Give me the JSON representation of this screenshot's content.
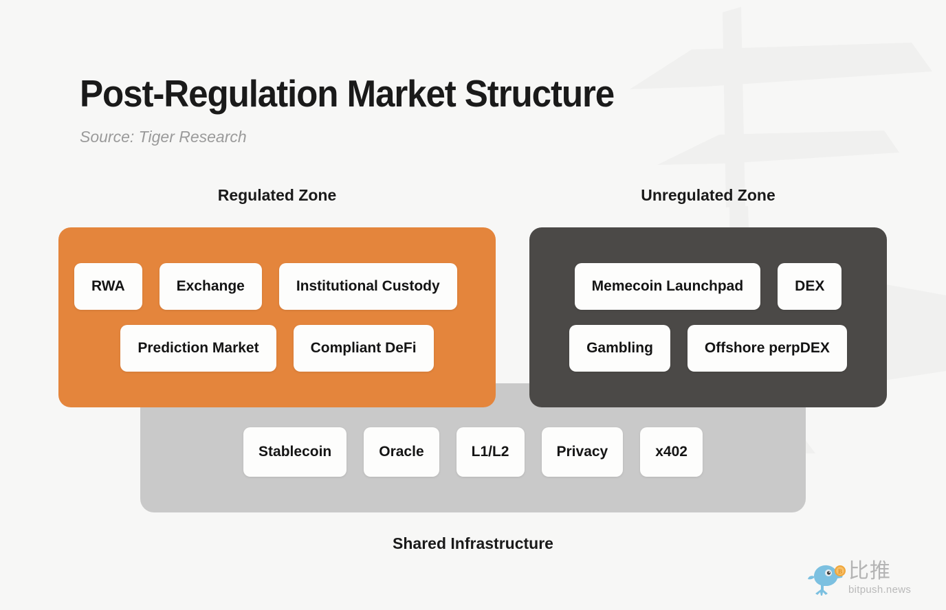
{
  "header": {
    "title": "Post-Regulation Market Structure",
    "source": "Source: Tiger Research"
  },
  "zones": {
    "regulated": {
      "label": "Regulated Zone",
      "color": "#e4853c",
      "rows": [
        [
          "RWA",
          "Exchange",
          "Institutional Custody"
        ],
        [
          "Prediction Market",
          "Compliant DeFi"
        ]
      ]
    },
    "unregulated": {
      "label": "Unregulated Zone",
      "color": "#4b4947",
      "rows": [
        [
          "Memecoin Launchpad",
          "DEX"
        ],
        [
          "Gambling",
          "Offshore perpDEX"
        ]
      ]
    }
  },
  "infrastructure": {
    "caption": "Shared Infrastructure",
    "color": "#c9c9c9",
    "items": [
      "Stablecoin",
      "Oracle",
      "L1/L2",
      "Privacy",
      "x402"
    ]
  },
  "brand": {
    "name_cn": "比推",
    "url": "bitpush.news",
    "bird_color": "#7cc0e0",
    "coin_color": "#f0a73c",
    "coin_symbol": "₿"
  },
  "theme": {
    "background": "#f7f7f6",
    "chip_background": "#fdfdfc",
    "text_primary": "#141414",
    "text_muted": "#9a9a9a"
  }
}
